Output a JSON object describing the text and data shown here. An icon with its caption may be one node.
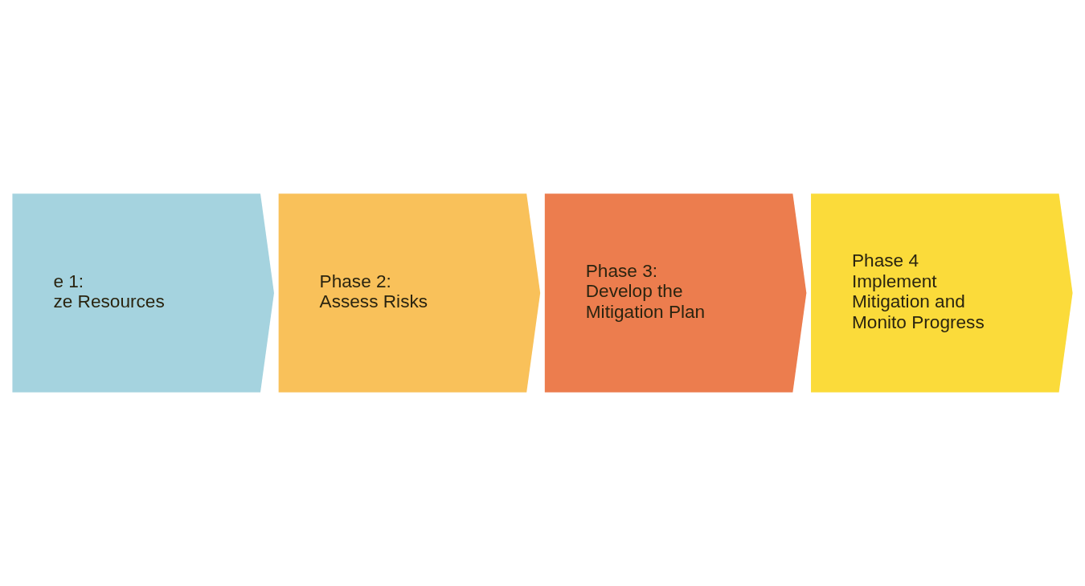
{
  "diagram": {
    "nodes": [
      {
        "text": [
          "e 1:",
          "ze Resources"
        ]
      },
      {
        "text": [
          "Phase 2:",
          "Assess Risks"
        ]
      },
      {
        "text": [
          "Phase 3:",
          "Develop the Mitigation Plan"
        ]
      },
      {
        "text": [
          "Phase 4",
          "Implement Mitigation and Monito Progress"
        ]
      }
    ]
  }
}
